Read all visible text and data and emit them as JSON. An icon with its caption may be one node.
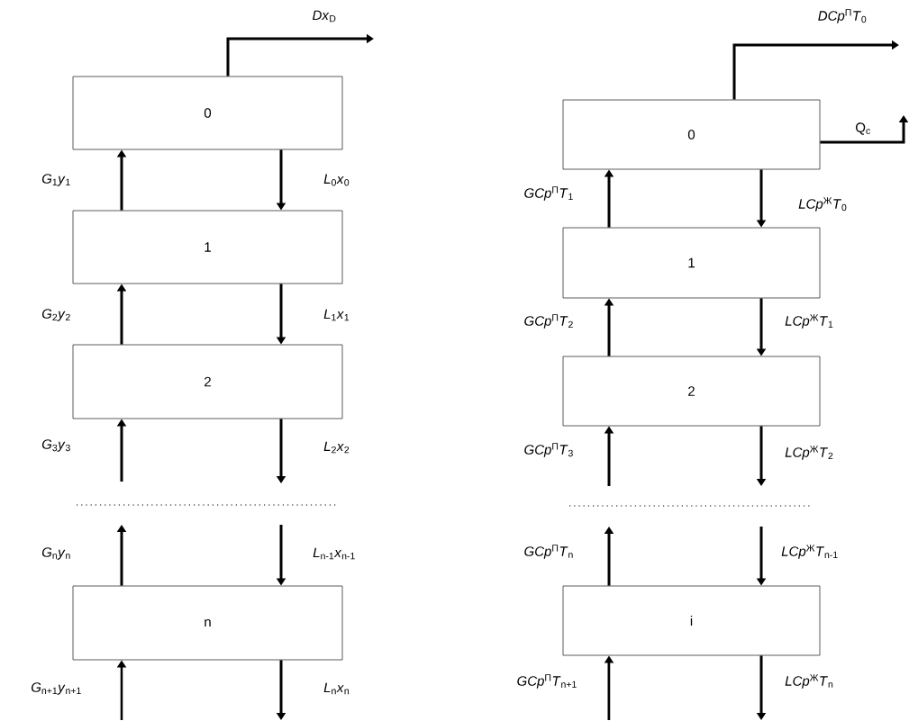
{
  "diagram": {
    "nodes": [
      {
        "text": [
          "0"
        ]
      },
      {
        "text": [
          "1"
        ]
      },
      {
        "text": [
          "2"
        ]
      },
      {
        "text": [
          "n"
        ]
      },
      {
        "text": [
          "0"
        ]
      },
      {
        "text": [
          "1"
        ]
      },
      {
        "text": [
          "2"
        ]
      },
      {
        "text": [
          "i"
        ]
      }
    ],
    "edges": [
      {
        "from": 0,
        "to": null,
        "arrow": "to",
        "label": "*Dx*$_{D}$"
      },
      {
        "from": 1,
        "to": 0,
        "arrow": "to",
        "label": "*G*$_{1}$*y*$_{1}$"
      },
      {
        "from": 0,
        "to": 1,
        "arrow": "to",
        "label": "*L*$_{0}$*x*$_{0}$"
      },
      {
        "from": 2,
        "to": 1,
        "arrow": "to",
        "label": "*G*$_{2}$*y*$_{2}$"
      },
      {
        "from": 1,
        "to": 2,
        "arrow": "to",
        "label": "*L*$_{1}$*x*$_{1}$"
      },
      {
        "from": null,
        "to": 2,
        "arrow": "to",
        "label": "*G*$_{3}$*y*$_{3}$"
      },
      {
        "from": 2,
        "to": null,
        "arrow": "to",
        "label": "*L*$_{2}$*x*$_{2}$"
      },
      {
        "from": 3,
        "to": null,
        "arrow": "to",
        "label": "*G*$_{n}$*y*$_{n}$"
      },
      {
        "from": null,
        "to": 3,
        "arrow": "to",
        "label": "*L*$_{n-1}$*x*$_{n-1}$"
      },
      {
        "from": null,
        "to": 3,
        "arrow": "to",
        "label": "*G*$_{n+1}$*y*$_{n+1}$"
      },
      {
        "from": 3,
        "to": null,
        "arrow": "to",
        "label": "*L*$_{n}$*x*$_{n}$"
      },
      {
        "from": 4,
        "to": null,
        "arrow": "to",
        "label": "*DCp*$^{П}$*T*$_{0}$"
      },
      {
        "from": 4,
        "to": null,
        "arrow": "to",
        "label": "Q$_{c}$"
      },
      {
        "from": 5,
        "to": 4,
        "arrow": "to",
        "label": "*GCp*$^{П}$*T*$_{1}$"
      },
      {
        "from": 4,
        "to": 5,
        "arrow": "to",
        "label": "*LCp*$^{Ж}$*T*$_{0}$"
      },
      {
        "from": 6,
        "to": 5,
        "arrow": "to",
        "label": "*GCp*$^{П}$*T*$_{2}$"
      },
      {
        "from": 5,
        "to": 6,
        "arrow": "to",
        "label": "*LCp*$^{Ж}$*T*$_{1}$"
      },
      {
        "from": null,
        "to": 6,
        "arrow": "to",
        "label": "*GCp*$^{П}$*T*$_{3}$"
      },
      {
        "from": 6,
        "to": null,
        "arrow": "to",
        "label": "*LCp*$^{Ж}$*T*$_{2}$"
      },
      {
        "from": 7,
        "to": null,
        "arrow": "to",
        "label": "*GCp*$^{П}$*T*$_{n}$"
      },
      {
        "from": null,
        "to": 7,
        "arrow": "to",
        "label": "*LCp*$^{Ж}$*T*$_{n-1}$"
      },
      {
        "from": null,
        "to": 7,
        "arrow": "to",
        "label": "*GCp*$^{П}$*T*$_{n+1}$"
      },
      {
        "from": 7,
        "to": null,
        "arrow": "to",
        "label": "*LCp*$^{Ж}$*T*$_{n}$"
      }
    ]
  }
}
